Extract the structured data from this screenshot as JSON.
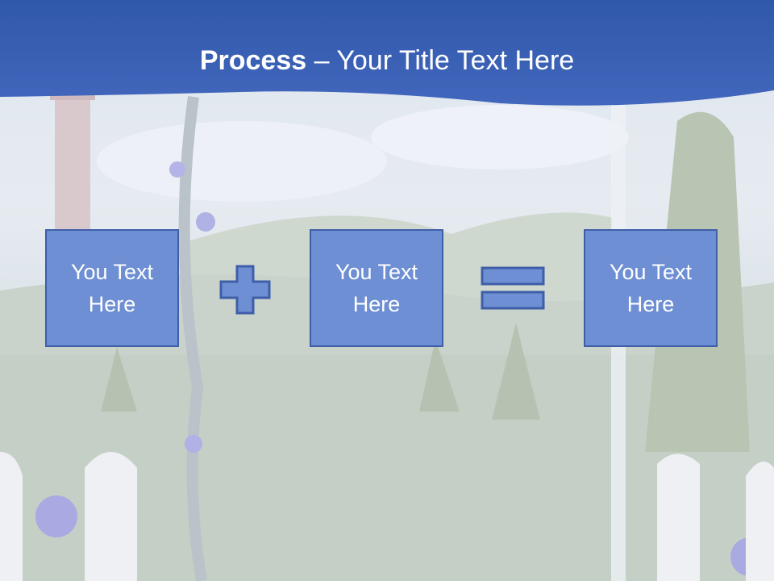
{
  "slide": {
    "title_bold": "Process",
    "title_dash": " – ",
    "title_rest": "Your Title Text Here"
  },
  "boxes": [
    {
      "text": "You Text Here"
    },
    {
      "text": "You Text Here"
    },
    {
      "text": "You Text Here"
    }
  ],
  "operators": {
    "plus": "plus-icon",
    "equals": "equals-icon"
  },
  "colors": {
    "banner": "#3a5fb3",
    "box_fill": "#6e8fd3",
    "box_border": "#3e5fa8",
    "title_text": "#ffffff"
  }
}
